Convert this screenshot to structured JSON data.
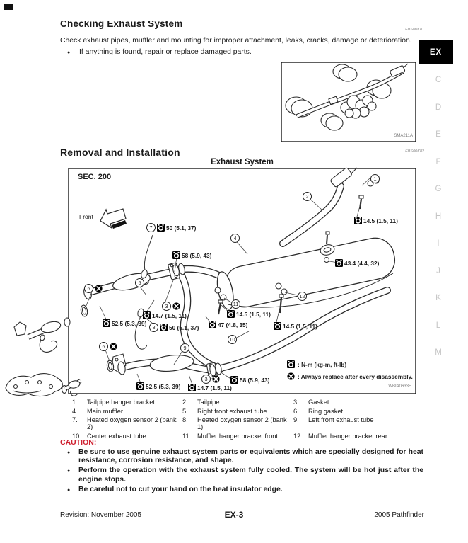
{
  "section1": {
    "title": "Checking Exhaust System",
    "code": "EBS00K81",
    "body": "Check exhaust pipes, muffler and mounting for improper attachment, leaks, cracks, damage or deterioration.",
    "bullet": "If anything is found, repair or replace damaged parts.",
    "figure_code": "SMA211A"
  },
  "tab": {
    "label": "EX"
  },
  "margin_letters": [
    "C",
    "D",
    "E",
    "F",
    "G",
    "H",
    "I",
    "J",
    "K",
    "L",
    "M"
  ],
  "section2": {
    "title": "Removal and Installation",
    "code": "EBS00K82",
    "figure_title": "Exhaust System",
    "sec_label": "SEC. 200",
    "front_label": "Front",
    "figure_code": "WBIA0633E",
    "legend": {
      "torque": ": N-m (kg-m, ft-lb)",
      "replace": ": Always replace after every disassembly."
    }
  },
  "callouts": [
    {
      "num": "7",
      "torque": "50 (5.1, 37)"
    },
    {
      "torque": "58 (5.9, 43)"
    },
    {
      "num": "4"
    },
    {
      "num": "1"
    },
    {
      "num": "2"
    },
    {
      "torque": "14.5 (1.5, 11)"
    },
    {
      "torque": "43.4 (4.4, 32)"
    },
    {
      "num": "6"
    },
    {
      "num": "5"
    },
    {
      "num": "3"
    },
    {
      "torque": "14.7 (1.5, 11)"
    },
    {
      "torque": "52.5 (5.3, 39)"
    },
    {
      "num": "8",
      "torque": "50 (5.1, 37)"
    },
    {
      "torque": "47 (4.8, 35)"
    },
    {
      "torque": "14.5 (1.5, 11)"
    },
    {
      "num": "11"
    },
    {
      "num": "12"
    },
    {
      "torque": "14.5 (1.5, 11)"
    },
    {
      "num": "10"
    },
    {
      "num": "9"
    },
    {
      "num": "6"
    },
    {
      "num": "3"
    },
    {
      "torque": "58 (5.9, 43)"
    },
    {
      "torque": "52.5 (5.3, 39)"
    },
    {
      "torque": "14.7 (1.5, 11)"
    }
  ],
  "parts": [
    {
      "num": "1.",
      "name": "Tailpipe hanger bracket"
    },
    {
      "num": "2.",
      "name": "Tailpipe"
    },
    {
      "num": "3.",
      "name": "Gasket"
    },
    {
      "num": "4.",
      "name": "Main muffler"
    },
    {
      "num": "5.",
      "name": "Right front exhaust tube"
    },
    {
      "num": "6.",
      "name": "Ring gasket"
    },
    {
      "num": "7.",
      "name": "Heated oxygen sensor 2 (bank 2)"
    },
    {
      "num": "8.",
      "name": "Heated oxygen sensor 2 (bank 1)"
    },
    {
      "num": "9.",
      "name": "Left front exhaust tube"
    },
    {
      "num": "10.",
      "name": "Center exhaust tube"
    },
    {
      "num": "11.",
      "name": "Muffler hanger bracket front"
    },
    {
      "num": "12.",
      "name": "Muffler hanger bracket rear"
    }
  ],
  "caution": {
    "label": "CAUTION:",
    "items": [
      "Be sure to use genuine exhaust system parts or equivalents which are specially designed for heat resistance, corrosion resistance, and shape.",
      "Perform the operation with the exhaust system fully cooled. The system will be hot just after the engine stops.",
      "Be careful not to cut your hand on the heat insulator edge."
    ]
  },
  "footer": {
    "left": "Revision: November 2005",
    "center": "EX-3",
    "right": "2005 Pathfinder"
  }
}
